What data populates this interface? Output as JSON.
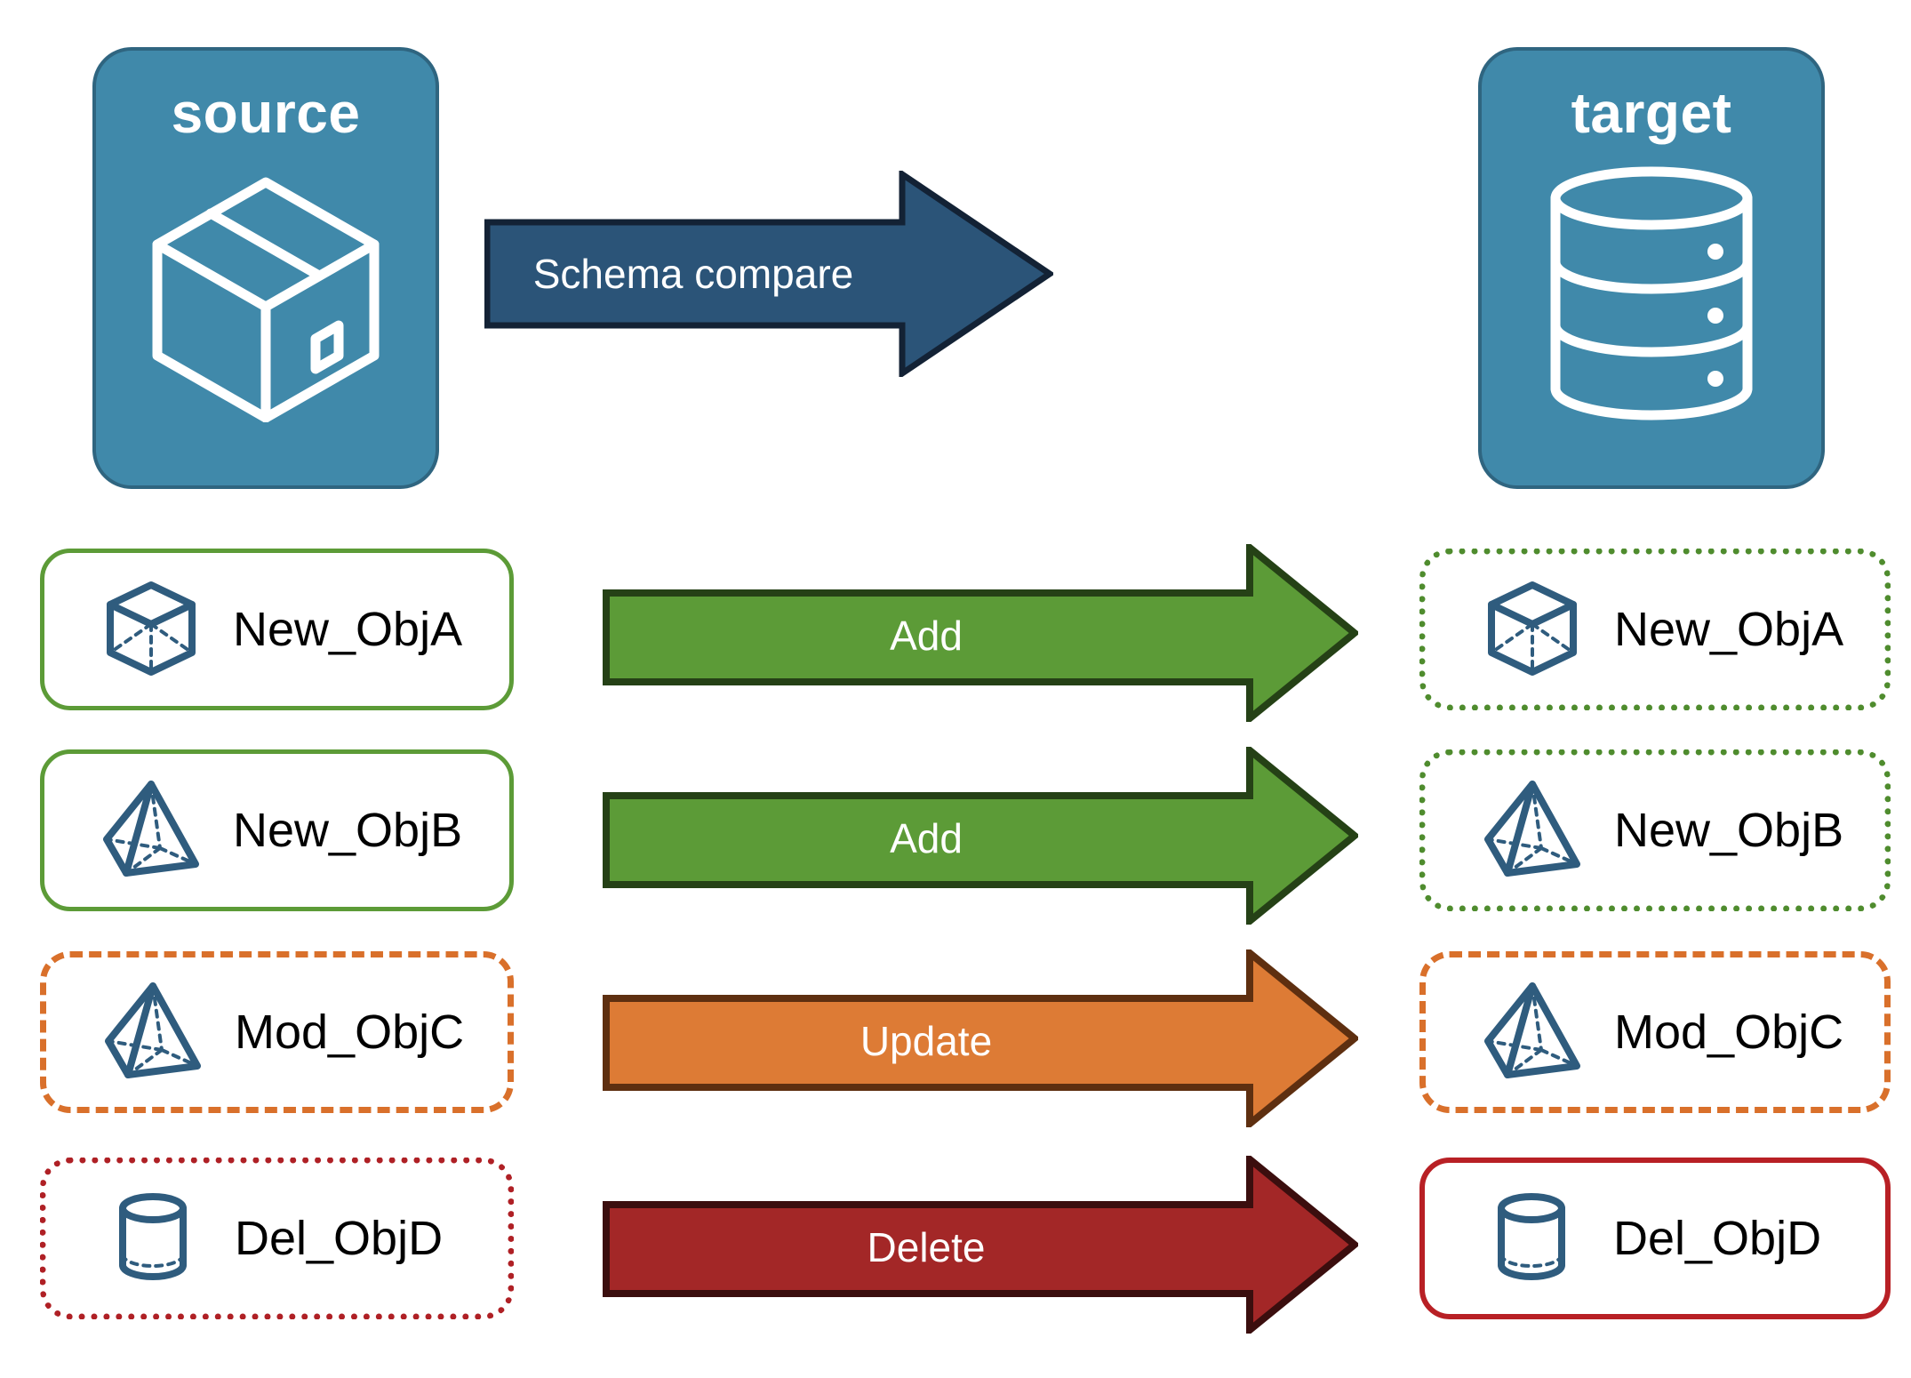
{
  "diagram": {
    "title": "Schema compare",
    "endpoints": {
      "source": {
        "label": "source",
        "icon": "package-box-icon"
      },
      "target": {
        "label": "target",
        "icon": "database-cylinder-icon"
      }
    },
    "main_arrow": {
      "label": "Schema compare",
      "color": "#2B5478",
      "border_color": "#132235"
    },
    "colors": {
      "endpoint_fill": "#4089AA",
      "endpoint_border": "#2F6580",
      "object_icon": "#2F5C7E",
      "add_green": "#5C9B37",
      "add_green_border": "#254116",
      "update_orange": "#DD7B35",
      "update_orange_border": "#5E2F10",
      "delete_red": "#A32727",
      "delete_red_border": "#3B0E0E",
      "source_green_border": "#5C9B37",
      "target_green_border": "#4F8C2E",
      "orange_border": "#D9702B",
      "source_red_border": "#AF2025",
      "target_red_border": "#B82025"
    },
    "rows": [
      {
        "action": "Add",
        "arrow_color": "#5C9B37",
        "arrow_border": "#254116",
        "source": {
          "label": "New_ObjA",
          "icon": "wireframe-cube-icon",
          "border_style": "solid-green"
        },
        "target": {
          "label": "New_ObjA",
          "icon": "wireframe-cube-icon",
          "border_style": "dotted-green"
        }
      },
      {
        "action": "Add",
        "arrow_color": "#5C9B37",
        "arrow_border": "#254116",
        "source": {
          "label": "New_ObjB",
          "icon": "wireframe-pyramid-icon",
          "border_style": "solid-green"
        },
        "target": {
          "label": "New_ObjB",
          "icon": "wireframe-pyramid-icon",
          "border_style": "dotted-green"
        }
      },
      {
        "action": "Update",
        "arrow_color": "#DD7B35",
        "arrow_border": "#5E2F10",
        "source": {
          "label": "Mod_ObjC",
          "icon": "wireframe-pyramid-icon",
          "border_style": "dashed-orange"
        },
        "target": {
          "label": "Mod_ObjC",
          "icon": "wireframe-pyramid-icon",
          "border_style": "dashed-orange"
        }
      },
      {
        "action": "Delete",
        "arrow_color": "#A32727",
        "arrow_border": "#3B0E0E",
        "source": {
          "label": "Del_ObjD",
          "icon": "wireframe-cylinder-icon",
          "border_style": "dotted-red"
        },
        "target": {
          "label": "Del_ObjD",
          "icon": "wireframe-cylinder-icon",
          "border_style": "solid-red"
        }
      }
    ]
  }
}
